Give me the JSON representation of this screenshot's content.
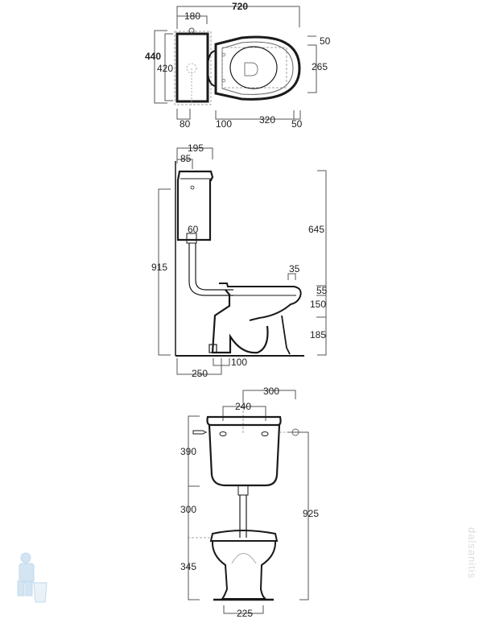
{
  "top_view": {
    "dims": {
      "overall_width": "720",
      "cistern_width": "180",
      "overall_depth": "440",
      "cistern_depth": "420",
      "offset_80": "80",
      "bowl_100": "100",
      "bowl_320": "320",
      "bowl_50_bottom": "50",
      "right_50": "50",
      "right_265": "265"
    }
  },
  "side_view": {
    "dims": {
      "top_195": "195",
      "top_85": "85",
      "pipe_60": "60",
      "total_915": "915",
      "right_645": "645",
      "rim_35": "35",
      "rim_55": "55",
      "bowl_150": "150",
      "base_185": "185",
      "bottom_250": "250",
      "bottom_100": "100"
    }
  },
  "front_view": {
    "dims": {
      "top_300": "300",
      "top_240": "240",
      "left_390": "390",
      "left_300": "300",
      "left_345": "345",
      "right_925": "925",
      "base_225": "225"
    }
  },
  "watermark": {
    "text": "dalsanitis"
  },
  "colors": {
    "line": "#1a1a1a",
    "dim_line": "#555555",
    "mascot": "#bcd7ec",
    "watermark": "#dcdcdc"
  }
}
